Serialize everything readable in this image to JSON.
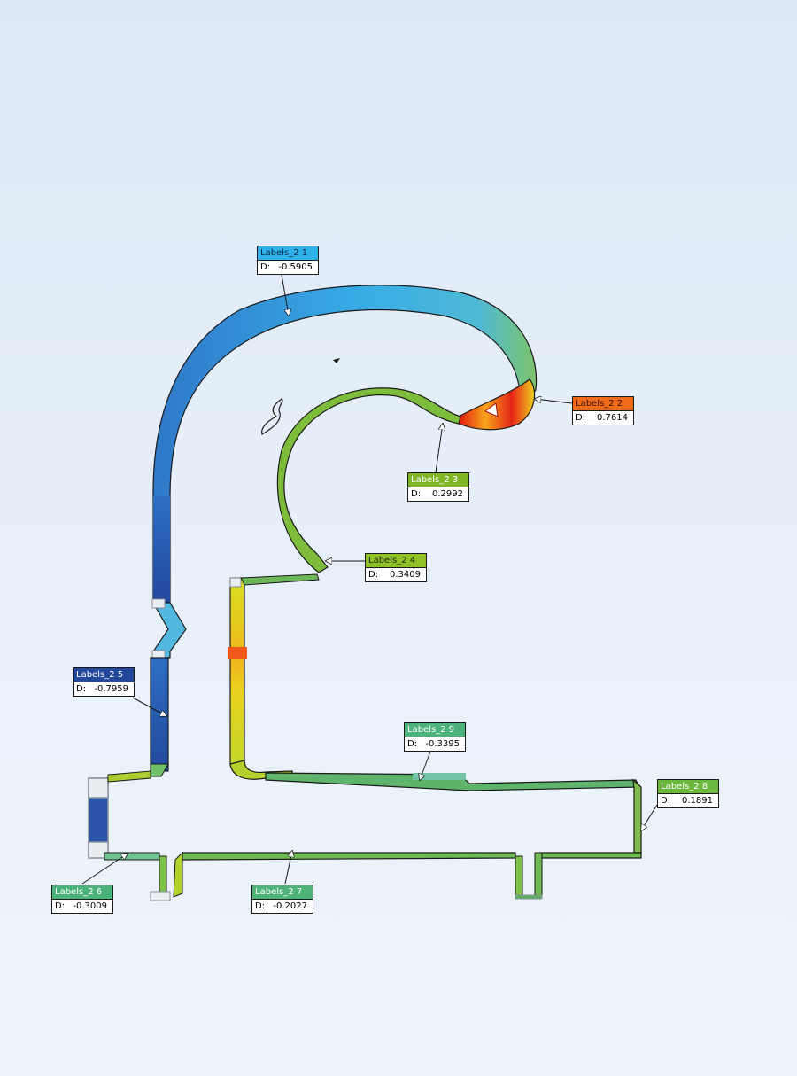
{
  "labels": [
    {
      "id": "l1",
      "title": "Labels_2 1",
      "key": "D:",
      "value": "-0.5905",
      "color": "#2fb0e8",
      "text_color": "#0a2a4a"
    },
    {
      "id": "l2",
      "title": "Labels_2 2",
      "key": "D:",
      "value": "0.7614",
      "color": "#f06a1c",
      "text_color": "#3a1000"
    },
    {
      "id": "l3",
      "title": "Labels_2 3",
      "key": "D:",
      "value": "0.2992",
      "color": "#7fb527",
      "text_color": "#ffffff"
    },
    {
      "id": "l4",
      "title": "Labels_2 4",
      "key": "D:",
      "value": "0.3409",
      "color": "#8fc226",
      "text_color": "#1a2a00"
    },
    {
      "id": "l5",
      "title": "Labels_2 5",
      "key": "D:",
      "value": "-0.7959",
      "color": "#23479a",
      "text_color": "#ffffff"
    },
    {
      "id": "l6",
      "title": "Labels_2 6",
      "key": "D:",
      "value": "-0.3009",
      "color": "#4bb37a",
      "text_color": "#ffffff"
    },
    {
      "id": "l7",
      "title": "Labels_2 7",
      "key": "D:",
      "value": "-0.2027",
      "color": "#4db377",
      "text_color": "#ffffff"
    },
    {
      "id": "l8",
      "title": "Labels_2 8",
      "key": "D:",
      "value": "0.1891",
      "color": "#6bb83e",
      "text_color": "#ffffff"
    },
    {
      "id": "l9",
      "title": "Labels_2 9",
      "key": "D:",
      "value": "-0.3395",
      "color": "#4db27b",
      "text_color": "#ffffff"
    }
  ],
  "colors": {
    "background": "#e6eff9",
    "outline": "#1a1a1a",
    "gray_edge": "#8a9099",
    "cyan": "#3aaee6",
    "blue": "#2a5fb2",
    "dark_blue": "#1f4a99",
    "green": "#6fb84a",
    "yellow_green": "#b7d12b",
    "yellow": "#e8e01e",
    "orange": "#f39a1c",
    "red": "#e22a1b"
  }
}
